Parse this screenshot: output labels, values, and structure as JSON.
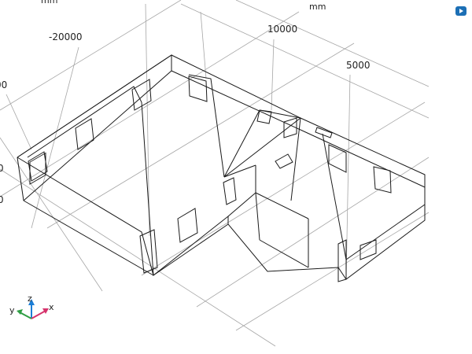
{
  "viewport": {
    "units": {
      "left": "mm",
      "right": "mm"
    },
    "ticks": {
      "t1": "-20000",
      "t2": "10000",
      "t3": "5000",
      "left_a": "00",
      "left_b": "0",
      "left_c": "0"
    },
    "axes": {
      "x": "x",
      "y": "y",
      "z": "z"
    },
    "colors": {
      "x_axis": "#d6336c",
      "y_axis": "#2f9e44",
      "z_axis": "#1c7ed6",
      "grid": "#9a9a9a",
      "edges": "#1a1a1a",
      "toggle": "#1c6fb5"
    },
    "toolbar_icon": "view-orientation-icon"
  }
}
